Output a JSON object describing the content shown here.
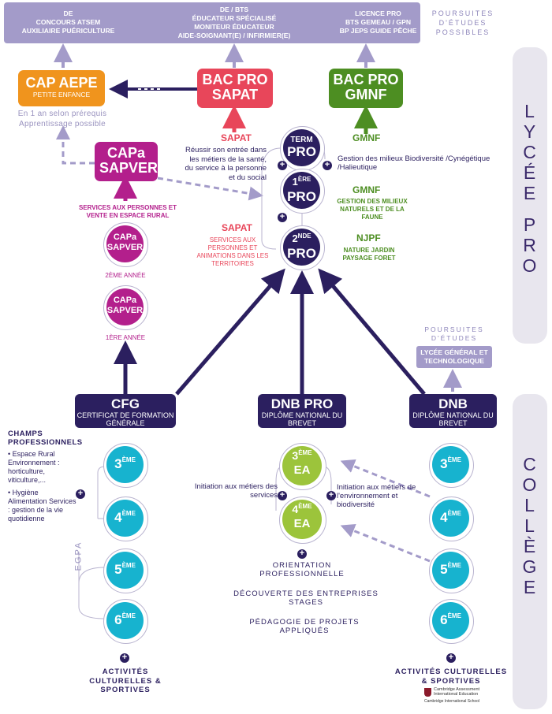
{
  "top_boxes": {
    "left": [
      "DE",
      "CONCOURS ATSEM",
      "AUXILIAIRE PUÉRICULTURE"
    ],
    "center": [
      "DE / BTS",
      "ÉDUCATEUR SPÉCIALISÉ",
      "MONITEUR ÉDUCATEUR",
      "AIDE-SOIGNANT(E) / INFIRMIER(E)"
    ],
    "right": [
      "LICENCE PRO",
      "BTS GEMEAU / GPN",
      "BP JEPS GUIDE PÊCHE"
    ]
  },
  "poursuites_top": "POURSUITES D'ÉTUDES POSSIBLES",
  "cap_aepe": {
    "title": "CAP AEPE",
    "subtitle": "PETITE ENFANCE"
  },
  "bac_sapat": {
    "title": "BAC PRO SAPAT"
  },
  "bac_gmnf": {
    "title": "BAC PRO GMNF"
  },
  "cap_note": "En 1 an selon prérequis Apprentissage possible",
  "capa_sapver": {
    "title": "CAPa SAPVER"
  },
  "lycee": {
    "label": "LYCÉE PRO",
    "letters": [
      "L",
      "Y",
      "C",
      "É",
      "E",
      "P",
      "R",
      "O"
    ]
  },
  "college": {
    "label": "COLLÈGE",
    "letters": [
      "C",
      "O",
      "L",
      "L",
      "È",
      "G",
      "E"
    ]
  },
  "pro_circles": {
    "term": {
      "top": "TERM",
      "main": "PRO"
    },
    "first": {
      "top": "1",
      "sup": "ÈRE",
      "main": "PRO"
    },
    "second": {
      "top": "2",
      "sup": "NDE",
      "main": "PRO"
    }
  },
  "sapat_label_1": "SAPAT",
  "sapat_desc_1": "Réussir son entrée dans les métiers de la santé, du service à la personne et du social",
  "gmnf_label_1": "GMNF",
  "gmnf_desc_1": "Gestion des milieux Biodiversité /Cynégétique /Halieutique",
  "gmnf_label_2": "GMNF",
  "gmnf_desc_2": "GESTION DES MILIEUX NATURELS ET DE LA FAUNE",
  "sapat_label_2": "SAPAT",
  "sapat_desc_2": "SERVICES AUX PERSONNES ET ANIMATIONS DANS LES TERRITOIRES",
  "njpf_label": "NJPF",
  "njpf_desc": "NATURE JARDIN PAYSAGE FORET",
  "services_rural": "SERVICES AUX PERSONNES ET VENTE EN ESPACE RURAL",
  "capa_circle": "CAPa SAPVER",
  "year2": "2ÈME ANNÉE",
  "year1": "1ÈRE ANNÉE",
  "poursuites_right": "POURSUITES D'ÉTUDES",
  "lycee_gt": "LYCÉE GÉNÉRAL ET TECHNOLOGIQUE",
  "cfg": {
    "title": "CFG",
    "subtitle": "CERTIFICAT DE FORMATION GÉNÉRALE"
  },
  "dnb_pro": {
    "title": "DNB PRO",
    "subtitle": "DIPLÔME NATIONAL DU BREVET"
  },
  "dnb": {
    "title": "DNB",
    "subtitle": "DIPLÔME NATIONAL DU BREVET"
  },
  "champs": {
    "heading": "CHAMPS PROFESSIONNELS",
    "item1": "• Espace Rural Environnement : horticulture, viticulture,...",
    "item2": "• Hygiène Alimentation Services : gestion de la vie quotidienne"
  },
  "egpa": "EGPA",
  "grades": {
    "g3": "3",
    "g4": "4",
    "g5": "5",
    "g6": "6",
    "sup": "ÈME",
    "ea": "EA"
  },
  "init_services": "Initiation aux métiers des services",
  "init_env": "Initiation aux métiers de l'environnement et biodiversité",
  "orientation": "ORIENTATION PROFESSIONNELLE",
  "decouverte": "DÉCOUVERTE DES ENTREPRISES STAGES",
  "pedagogie": "PÉDAGOGIE DE PROJETS APPLIQUÉS",
  "activites_left": "ACTIVITÉS CULTURELLES & SPORTIVES",
  "activites_right": "ACTIVITÉS CULTURELLES & SPORTIVES",
  "cambridge": {
    "line1": "Cambridge Assessment",
    "line2": "International Education",
    "line3": "Cambridge International School"
  },
  "plus": "+",
  "colors": {
    "navy": "#2b1f5f",
    "lilac": "#a39bc9",
    "orange": "#f0941d",
    "red": "#e8465a",
    "green": "#4d8e22",
    "magenta": "#b31f8c",
    "cyan": "#17b3cf",
    "lime": "#9cc43b"
  }
}
